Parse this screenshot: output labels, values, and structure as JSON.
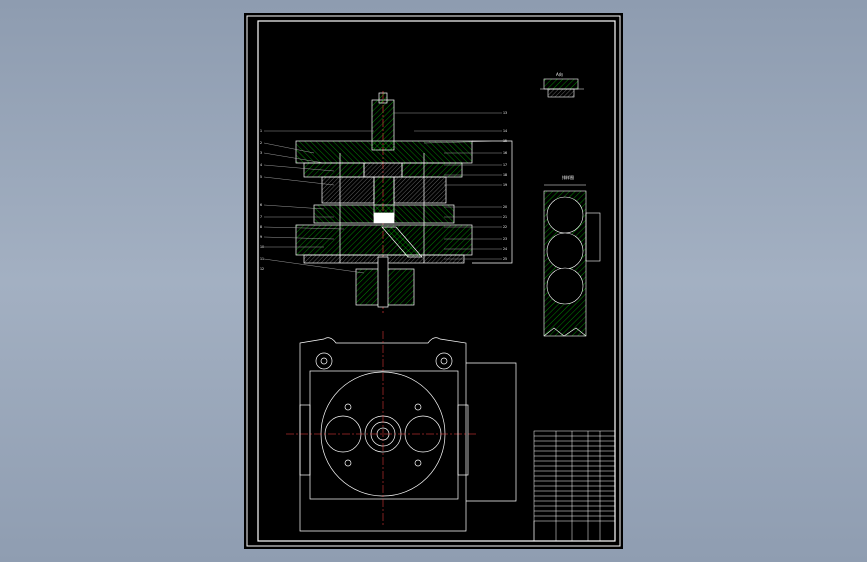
{
  "app": {
    "background_color": "#98a6b9",
    "sheet_color": "#000000",
    "line_color": "#ffffff",
    "section_color": "#00ff00",
    "leader_color": "#c0c0c0"
  },
  "drawing": {
    "part_label_left": [
      "1",
      "2",
      "3",
      "4",
      "5",
      "6",
      "7",
      "8",
      "9",
      "10",
      "11",
      "12"
    ],
    "part_label_right": [
      "13",
      "14",
      "15",
      "16",
      "17",
      "18",
      "19",
      "20",
      "21",
      "22",
      "23",
      "24",
      "25"
    ],
    "detail_view_label": "A向",
    "strip_layout_label": "排样图",
    "title_block": {
      "company": "",
      "rows": [
        "",
        "",
        "",
        "",
        "",
        "",
        "",
        "",
        "",
        "",
        "",
        "",
        "",
        "",
        "",
        "",
        "",
        ""
      ]
    }
  }
}
